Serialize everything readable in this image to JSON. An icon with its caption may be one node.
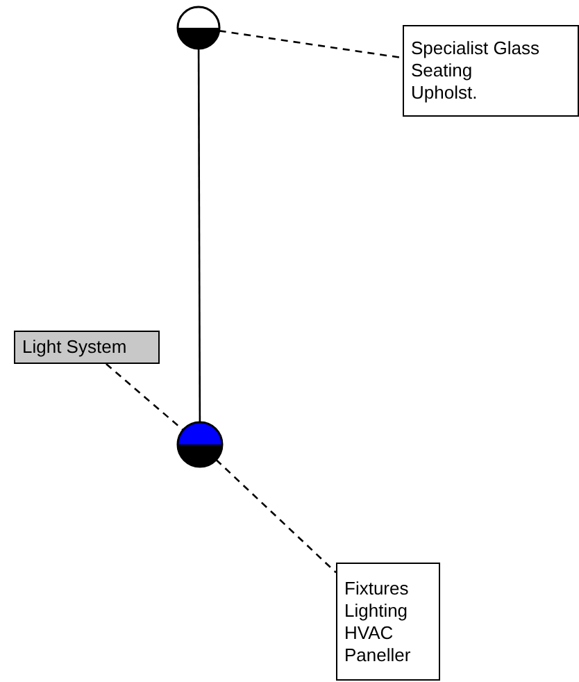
{
  "diagram": {
    "nodes": [
      {
        "text": [],
        "shape": "circle"
      },
      {
        "text": [
          "Specialist Glass",
          "Seating",
          "Upholst."
        ]
      },
      {
        "text": [
          "Light System"
        ]
      },
      {
        "text": [],
        "shape": "circle"
      },
      {
        "text": [
          "Fixtures",
          "Lighting",
          "HVAC",
          "Paneller"
        ]
      }
    ],
    "edges": [
      {
        "from": 0,
        "to": 3,
        "arrow": "none"
      },
      {
        "from": 0,
        "to": 1,
        "arrow": "none",
        "style": "dashed"
      },
      {
        "from": 2,
        "to": 3,
        "arrow": "none",
        "style": "dashed"
      },
      {
        "from": 3,
        "to": 4,
        "arrow": "none",
        "style": "dashed"
      }
    ]
  }
}
